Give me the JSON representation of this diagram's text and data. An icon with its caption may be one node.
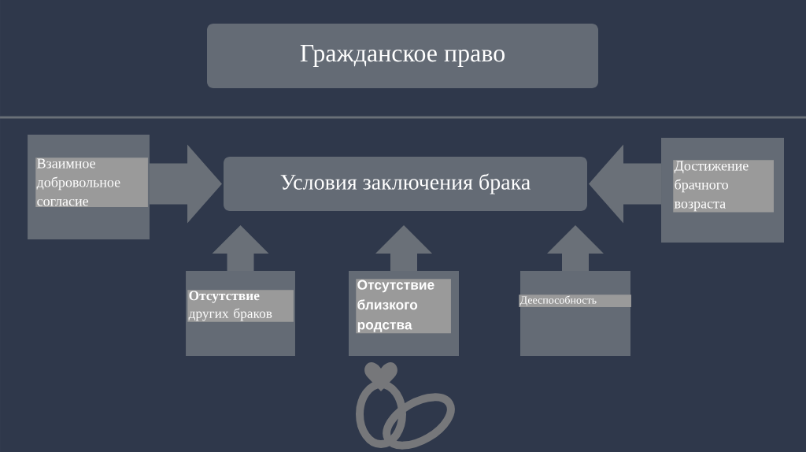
{
  "diagram": {
    "nodes": [
      {
        "text": [
          "Гражданское право"
        ]
      },
      {
        "text": [
          "Условия заключения брака"
        ]
      },
      {
        "text": [
          "Взаимное добровольное согласие"
        ]
      },
      {
        "text": [
          "Достижение брачного возраста"
        ]
      },
      {
        "text": [
          "**Отсутствие** других браков"
        ]
      },
      {
        "text": [
          "Отсутствие близкого родства"
        ]
      },
      {
        "text": [
          "Дееспособность"
        ]
      }
    ],
    "edges": [
      {
        "from": 2,
        "to": 1,
        "arrow": "to"
      },
      {
        "from": 3,
        "to": 1,
        "arrow": "to"
      },
      {
        "from": 4,
        "to": 1,
        "arrow": "to"
      },
      {
        "from": 5,
        "to": 1,
        "arrow": "to"
      },
      {
        "from": 6,
        "to": 1,
        "arrow": "to"
      }
    ]
  }
}
